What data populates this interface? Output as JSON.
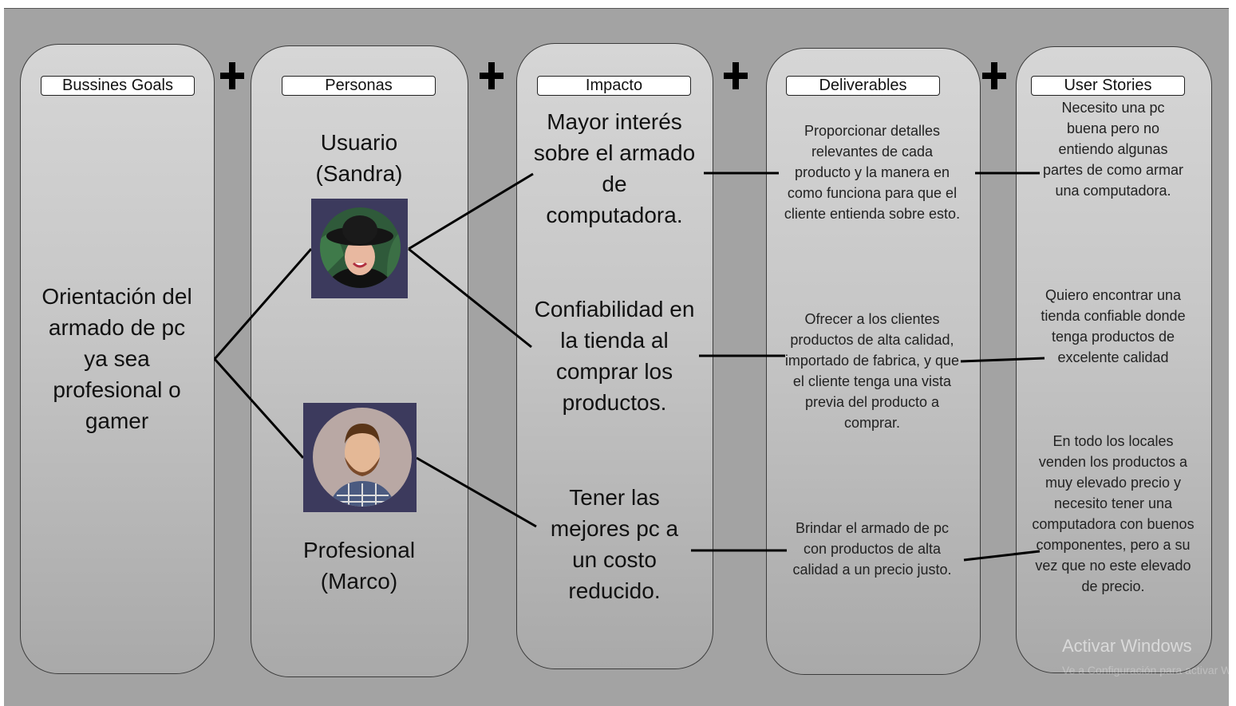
{
  "columns": {
    "goals": {
      "header": "Bussines Goals",
      "text": "Orientación del armado de pc ya sea profesional o gamer"
    },
    "personas": {
      "header": "Personas",
      "persona1": "Usuario (Sandra)",
      "persona2": "Profesional (Marco)"
    },
    "impacto": {
      "header": "Impacto",
      "items": [
        "Mayor interés sobre el armado de computadora.",
        "Confiabilidad en la tienda al comprar los productos.",
        "Tener las mejores pc a un costo reducido."
      ]
    },
    "deliverables": {
      "header": "Deliverables",
      "items": [
        "Proporcionar detalles relevantes de cada producto y la manera en como funciona para que el cliente entienda sobre esto.",
        "Ofrecer a los clientes productos de alta calidad, importado de fabrica, y que el cliente tenga una vista previa del producto a comprar.",
        "Brindar el armado de pc con productos de alta calidad a un precio justo."
      ]
    },
    "stories": {
      "header": "User Stories",
      "items": [
        "Necesito una pc buena pero no entiendo algunas partes de como armar una computadora.",
        "Quiero encontrar una tienda confiable donde tenga productos de excelente calidad",
        "En todo los locales venden los productos a muy elevado precio y necesito tener una computadora con buenos componentes, pero a su vez que no este elevado de precio."
      ]
    }
  },
  "watermark": {
    "title": "Activar Windows",
    "subtitle": "Ve a Configuración para activar Windows."
  },
  "colors": {
    "background": "#a3a3a3",
    "column": "#cfcfcf",
    "avatar_bg": "#3c3a5d"
  }
}
